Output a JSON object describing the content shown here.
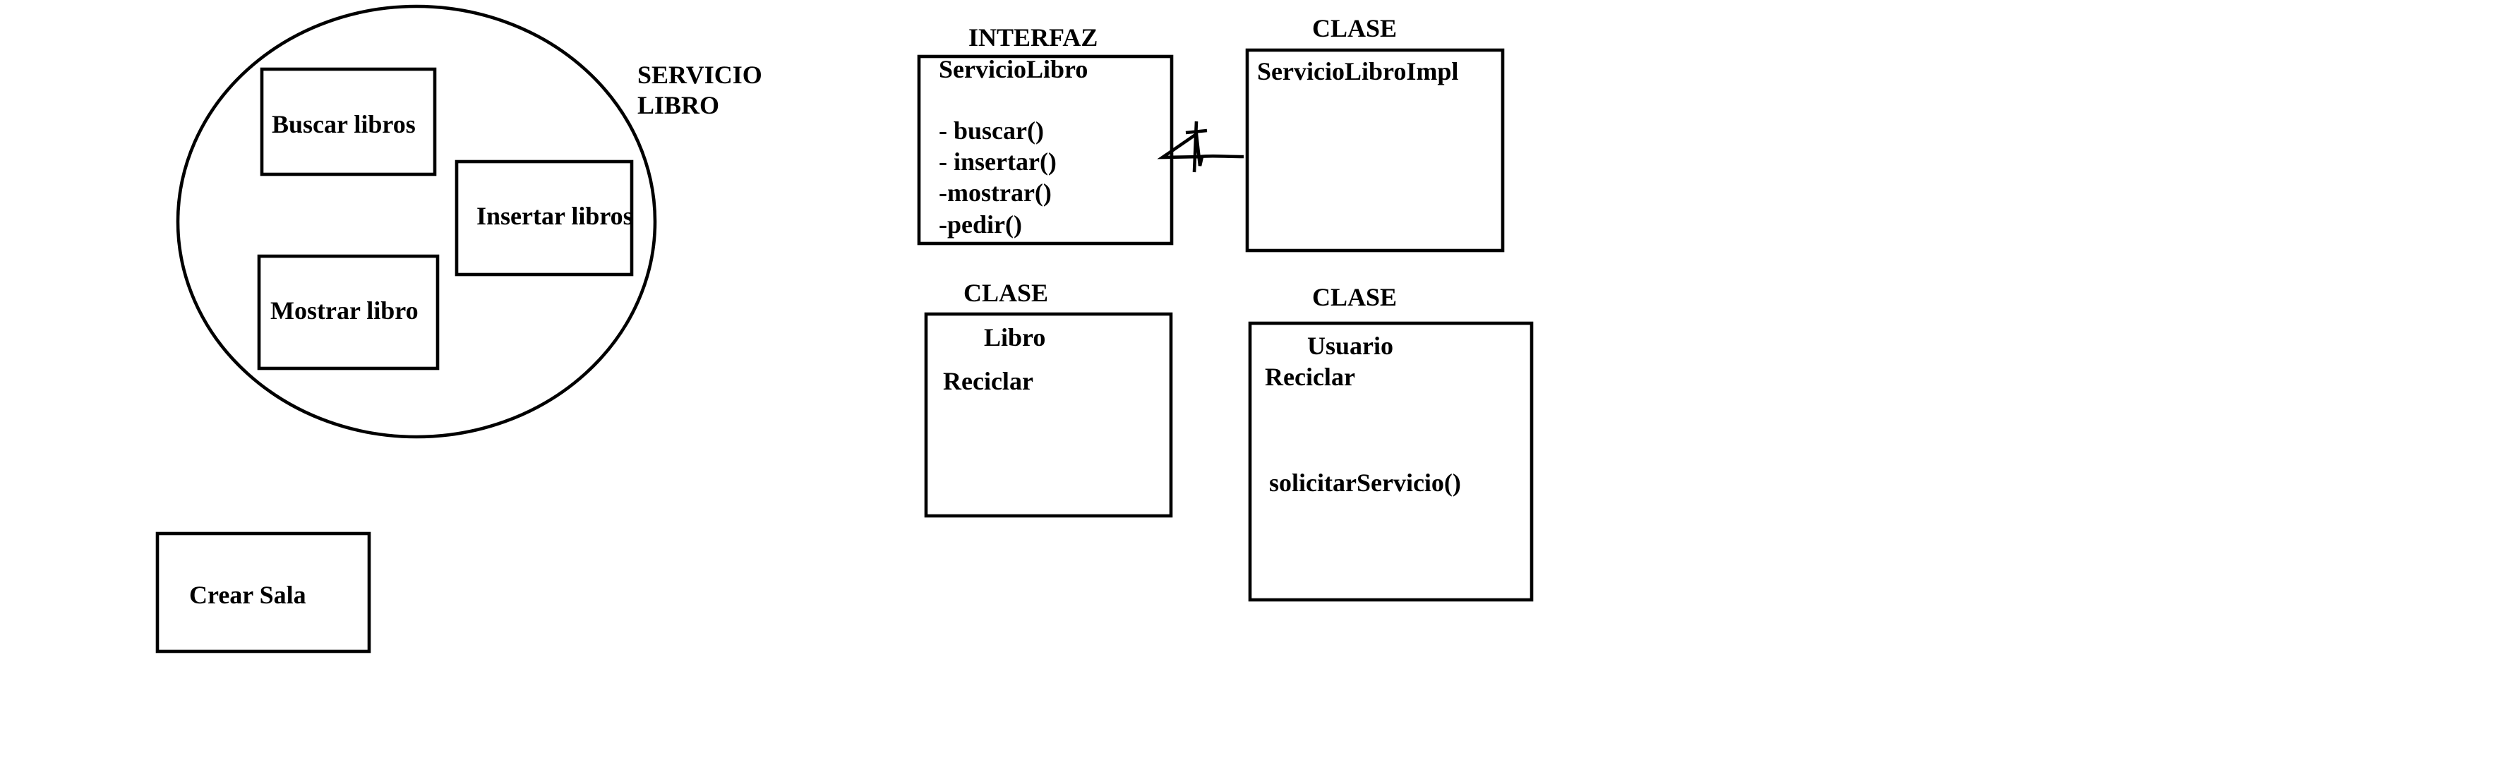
{
  "service_group": {
    "title_line1": "SERVICIO",
    "title_line2": "LIBRO",
    "items": [
      {
        "label": "Buscar libros"
      },
      {
        "label": "Insertar libros"
      },
      {
        "label": "Mostrar libro"
      }
    ]
  },
  "standalone": {
    "label": "Crear Sala"
  },
  "interface_box": {
    "stereotype": "INTERFAZ",
    "name": "ServicioLibro",
    "methods": [
      "- buscar()",
      "- insertar()",
      "-mostrar()",
      "-pedir()"
    ]
  },
  "impl_box": {
    "stereotype": "CLASE",
    "name": "ServicioLibroImpl"
  },
  "libro_box": {
    "stereotype": "CLASE",
    "name": "Libro",
    "attribute": "Reciclar"
  },
  "usuario_box": {
    "stereotype": "CLASE",
    "name": "Usuario",
    "attribute": "Reciclar",
    "method": "solicitarServicio()"
  },
  "colors": {
    "stroke": "#000000",
    "background": "#ffffff"
  }
}
